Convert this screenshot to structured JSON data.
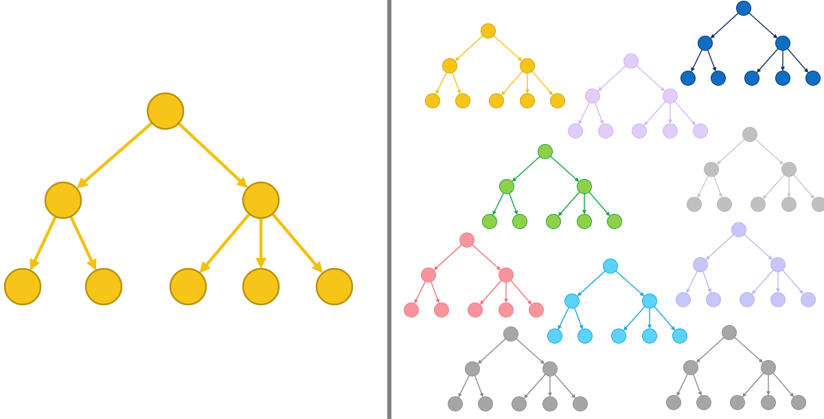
{
  "main_tree": {
    "fill": "#f7c518",
    "stroke": "#b8920e",
    "edge": "#f2c10f"
  },
  "divider_color": "#808080",
  "small_trees": [
    {
      "id": "tree-yellow",
      "fill": "#f7c518",
      "stroke": "#c9a010",
      "edge": "#f2c10f"
    },
    {
      "id": "tree-navy",
      "fill": "#0e6fc2",
      "stroke": "#0a2b6b",
      "edge": "#0b2a66"
    },
    {
      "id": "tree-lavender",
      "fill": "#e1cdfa",
      "stroke": "#cdb3f2",
      "edge": "#d2b8f6"
    },
    {
      "id": "tree-green",
      "fill": "#8fd04a",
      "stroke": "#1f9a3a",
      "edge": "#0ea33a"
    },
    {
      "id": "tree-lightgray",
      "fill": "#c0c0c0",
      "stroke": "#b5b5b5",
      "edge": "#c8c8c8"
    },
    {
      "id": "tree-red",
      "fill": "#f7959b",
      "stroke": "#f07c84",
      "edge": "#ef6e78"
    },
    {
      "id": "tree-periwinkle",
      "fill": "#c6c6f8",
      "stroke": "#b4b4f0",
      "edge": "#b8b8f4"
    },
    {
      "id": "tree-cyan",
      "fill": "#5cd3fb",
      "stroke": "#13a8e0",
      "edge": "#13a6e0"
    },
    {
      "id": "tree-gray-a",
      "fill": "#a6a6a6",
      "stroke": "#8e8e8e",
      "edge": "#8a8a8a"
    },
    {
      "id": "tree-gray-b",
      "fill": "#a6a6a6",
      "stroke": "#8e8e8e",
      "edge": "#8a8a8a"
    }
  ]
}
